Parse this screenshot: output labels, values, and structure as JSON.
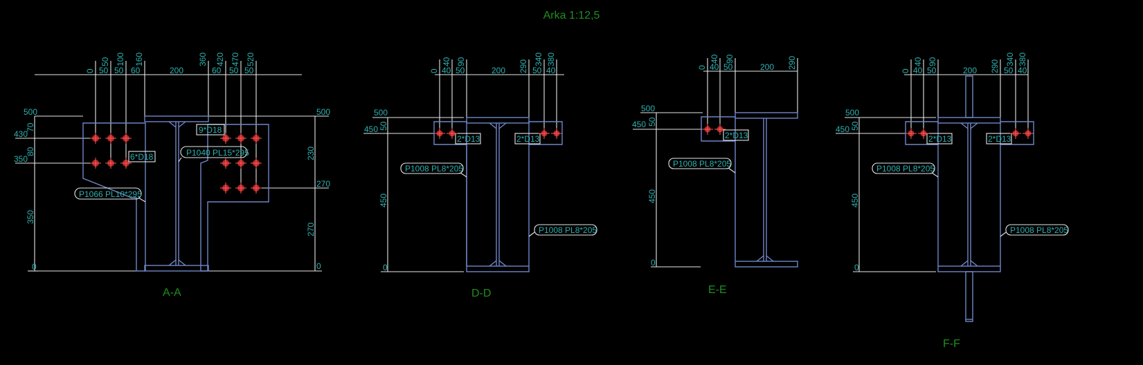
{
  "title": "Arka 1:12,5",
  "sections": {
    "aa": {
      "name": "A-A",
      "top_cum": [
        "0",
        "50",
        "100",
        "160",
        "360",
        "420",
        "470",
        "520"
      ],
      "top_seg": [
        "50",
        "50",
        "60",
        "200",
        "60",
        "50",
        "50"
      ],
      "left_levels": [
        "500",
        "430",
        "350",
        "0"
      ],
      "left_seg": [
        "70",
        "80",
        "350"
      ],
      "right_levels": [
        "500",
        "270",
        "0"
      ],
      "right_seg": [
        "230",
        "270"
      ],
      "labels": [
        "9*D18",
        "6*D18",
        "P1040 PL15*295",
        "P1066 PL10*295"
      ]
    },
    "dd": {
      "name": "D-D",
      "top_cum": [
        "0",
        "40",
        "90",
        "290",
        "340",
        "380"
      ],
      "top_seg": [
        "40",
        "50",
        "200",
        "50",
        "40"
      ],
      "left_levels": [
        "500",
        "450",
        "0"
      ],
      "left_seg": [
        "50",
        "450"
      ],
      "labels": [
        "2*D13",
        "2*D13",
        "P1008 PL8*205",
        "P1008 PL8*205"
      ]
    },
    "ee": {
      "name": "E-E",
      "top_cum": [
        "0",
        "40",
        "90",
        "290"
      ],
      "top_seg": [
        "40",
        "50",
        "200"
      ],
      "left_levels": [
        "500",
        "450",
        "0"
      ],
      "left_seg": [
        "50",
        "450"
      ],
      "labels": [
        "2*D13",
        "P1008 PL8*205"
      ]
    },
    "ff": {
      "name": "F-F",
      "top_cum": [
        "0",
        "40",
        "90",
        "290",
        "340",
        "380"
      ],
      "top_seg": [
        "40",
        "50",
        "200",
        "50",
        "40"
      ],
      "left_levels": [
        "500",
        "450",
        "0"
      ],
      "left_seg": [
        "50",
        "450"
      ],
      "labels": [
        "2*D13",
        "2*D13",
        "P1008 PL8*205",
        "P1008 PL8*205"
      ]
    }
  },
  "colors": {
    "background": "#000000",
    "steel": "#6f86c8",
    "dimension_text": "#2fb0b0",
    "section_text": "#1f8f1f",
    "bolt": "#b82828"
  }
}
